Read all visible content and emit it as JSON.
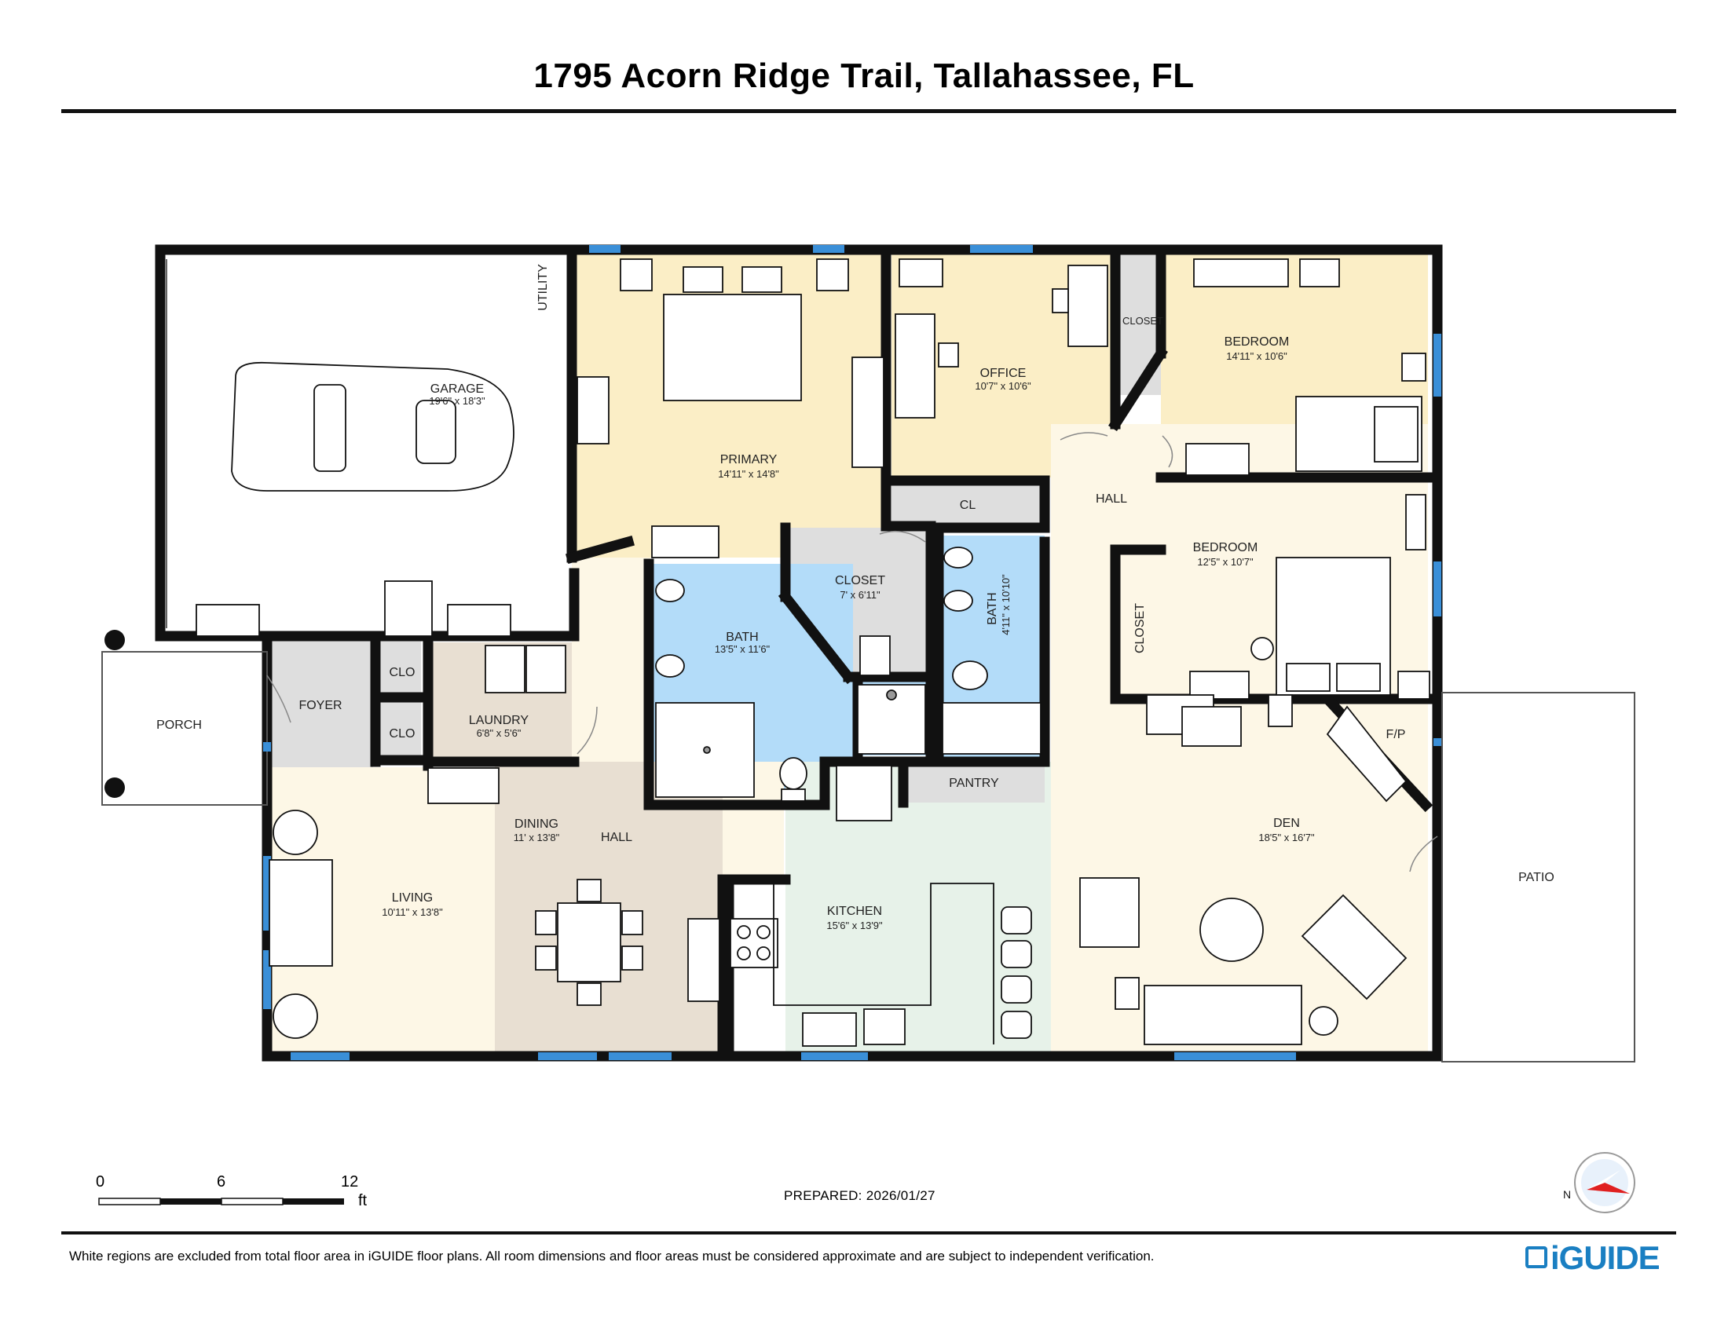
{
  "title": "1795 Acorn Ridge Trail, Tallahassee, FL",
  "rooms": {
    "garage": {
      "name": "GARAGE",
      "dims": "19'6\" x 18'3\""
    },
    "utility": {
      "name": "UTILITY"
    },
    "primary": {
      "name": "PRIMARY",
      "dims": "14'11\" x 14'8\""
    },
    "office": {
      "name": "OFFICE",
      "dims": "10'7\" x 10'6\""
    },
    "closet_top": {
      "name": "CLOSET"
    },
    "bedroom1": {
      "name": "BEDROOM",
      "dims": "14'11\" x 10'6\""
    },
    "hall_right": {
      "name": "HALL"
    },
    "cl": {
      "name": "CL"
    },
    "bedroom2": {
      "name": "BEDROOM",
      "dims": "12'5\" x 10'7\""
    },
    "closet_mid": {
      "name": "CLOSET",
      "dims": "7' x 6'11\""
    },
    "bath_primary": {
      "name": "BATH",
      "dims": "13'5\" x 11'6\""
    },
    "bath2": {
      "name": "BATH",
      "dims": "4'11\" x 10'10\""
    },
    "closet_side": {
      "name": "CLOSET"
    },
    "porch": {
      "name": "PORCH"
    },
    "foyer": {
      "name": "FOYER"
    },
    "clo1": {
      "name": "CLO"
    },
    "clo2": {
      "name": "CLO"
    },
    "laundry": {
      "name": "LAUNDRY",
      "dims": "6'8\" x 5'6\""
    },
    "fp": {
      "name": "F/P"
    },
    "pantry": {
      "name": "PANTRY"
    },
    "dining": {
      "name": "DINING",
      "dims": "11' x 13'8\""
    },
    "hall_left": {
      "name": "HALL"
    },
    "den": {
      "name": "DEN",
      "dims": "18'5\" x 16'7\""
    },
    "living": {
      "name": "LIVING",
      "dims": "10'11\" x 13'8\""
    },
    "kitchen": {
      "name": "KITCHEN",
      "dims": "15'6\" x 13'9\""
    },
    "patio": {
      "name": "PATIO"
    }
  },
  "scale": {
    "ticks": [
      "0",
      "6",
      "12"
    ],
    "unit": "ft"
  },
  "prepared": "PREPARED: 2026/01/27",
  "disclaimer": "White regions are excluded from total floor area in iGUIDE floor plans. All room dimensions and floor areas must be considered approximate and are subject to independent verification.",
  "logo": "iGUIDE",
  "colors": {
    "wall": "#111111",
    "bath": "#b3dcf9",
    "bedroom": "#fbeec6",
    "hall": "#fdf7e6",
    "kitchen": "#e7f2e9",
    "dining": "#e8dfd2",
    "closet": "#dedede",
    "window": "#3a8fd8",
    "compass": "#e02020"
  }
}
